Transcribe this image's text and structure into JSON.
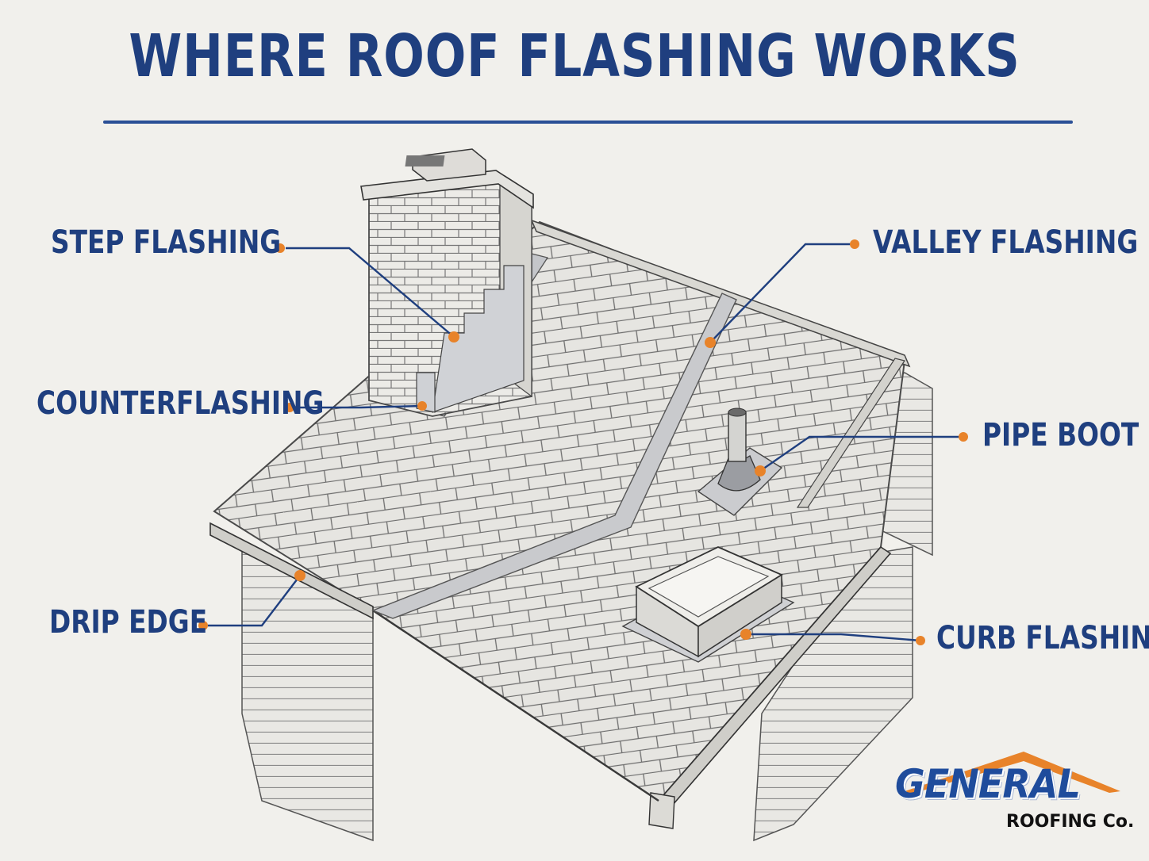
{
  "title": "WHERE ROOF FLASHING WORKS",
  "labels": {
    "step_flashing": "STEP FLASHING",
    "counterflashing": "COUNTERFLASHING",
    "drip_edge": "DRIP EDGE",
    "valley_flashing": "VALLEY FLASHING",
    "pipe_boot": "PIPE BOOT",
    "curb_flashing": "CURB FLASHING"
  },
  "logo": {
    "name": "GENERAL",
    "sub": "ROOFING Co."
  },
  "colors": {
    "title": "#1f3f7f",
    "accent_dot": "#e8832a",
    "leader_line": "#1f3f7f",
    "logo_roof": "#e8832a",
    "background": "#f1f0ec"
  }
}
